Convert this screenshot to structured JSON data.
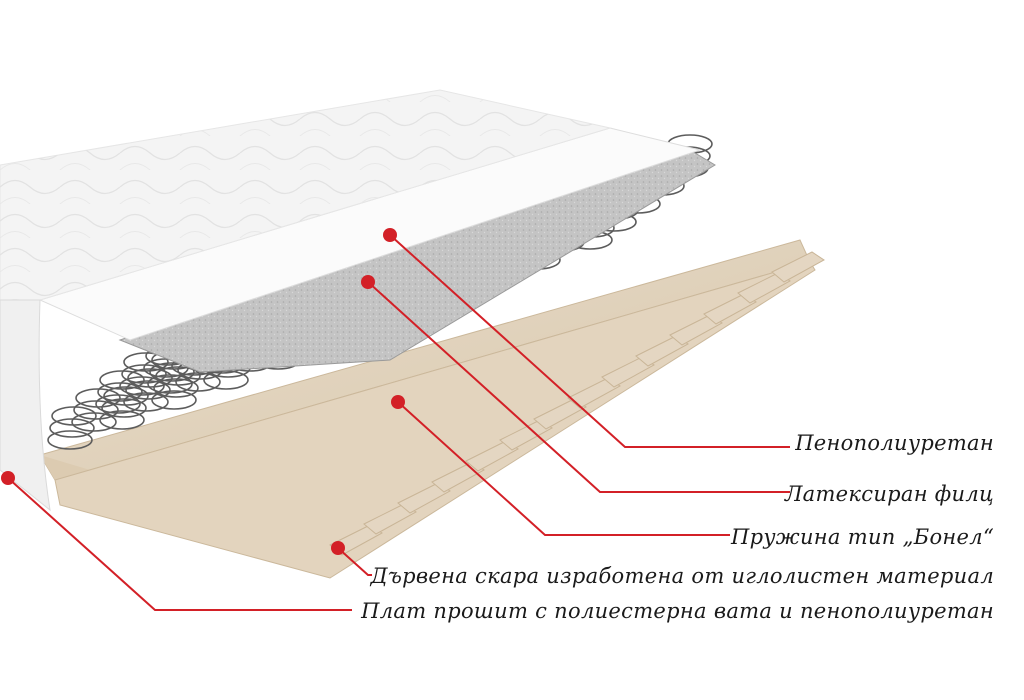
{
  "colors": {
    "leader": "#d32027",
    "fabric": "#f3f3f3",
    "foam": "#f9f9f9",
    "felt": "#bdbdbd",
    "spring": "#5c5c5c",
    "wood": "#e4d6c2",
    "text": "#1a1a1a"
  },
  "layers": [
    {
      "id": "foam",
      "label": "Пенополиуретан"
    },
    {
      "id": "felt",
      "label": "Латексиран филц"
    },
    {
      "id": "springs",
      "label": "Пружина тип „Бонел“"
    },
    {
      "id": "slats",
      "label": "Дървена скара изработена от иглолистен материал"
    },
    {
      "id": "cover",
      "label": "Плат прошит с полиестерна вата и пенополиуретан"
    }
  ]
}
